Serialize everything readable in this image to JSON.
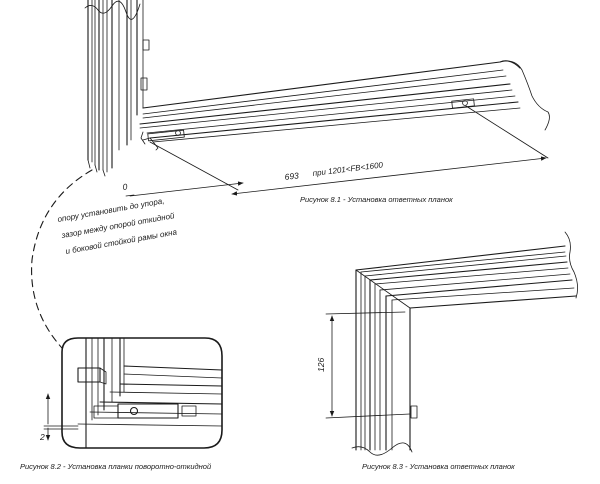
{
  "figure_8_1": {
    "caption": "Рисунок 8.1 - Установка ответных планок",
    "dim_zero": "0",
    "dim_length_value": "693",
    "dim_length_condition": "при 1201<FB<1600"
  },
  "note": {
    "lines": [
      "опору установить до упора,",
      "зазор между опорой откидной",
      "и боковой стойкой рамы окна"
    ]
  },
  "figure_8_2": {
    "caption": "Рисунок 8.2 - Установка планки поворотно-откидной",
    "dim_gap": "2"
  },
  "figure_8_3": {
    "caption": "Рисунок 8.3 - Установка ответных планок",
    "dim_height": "126"
  }
}
